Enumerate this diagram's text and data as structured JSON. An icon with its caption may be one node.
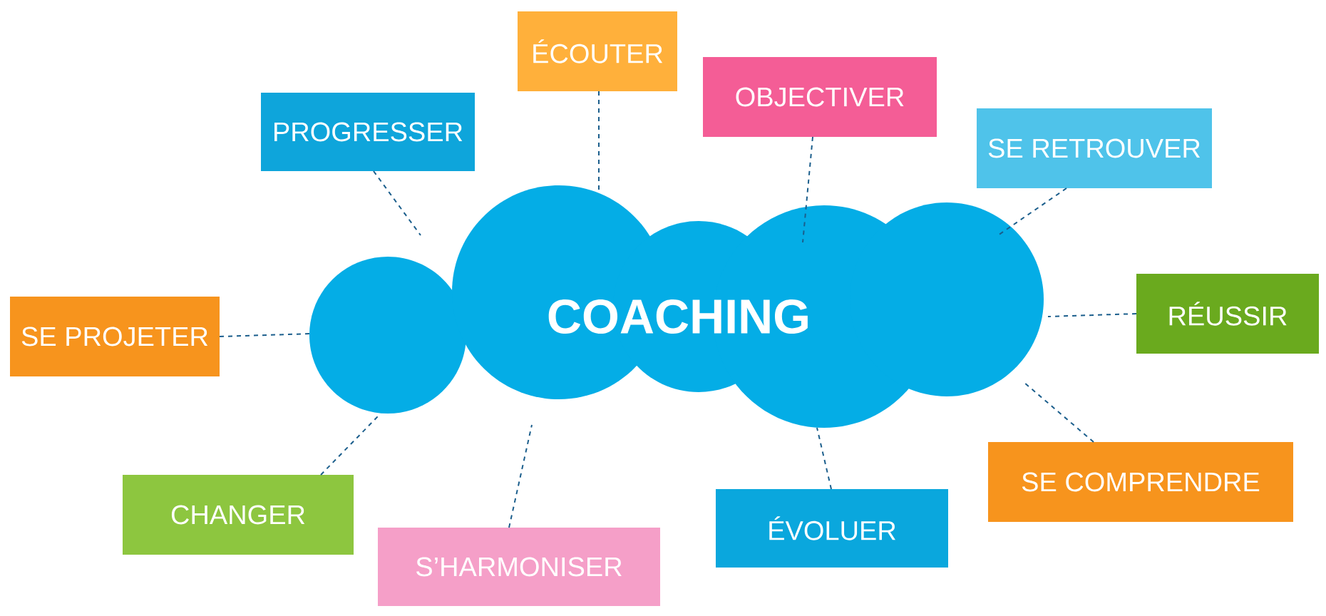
{
  "diagram": {
    "nodes": [
      {
        "text": [
          "COACHING"
        ]
      },
      {
        "text": [
          "ÉCOUTER"
        ]
      },
      {
        "text": [
          "PROGRESSER"
        ]
      },
      {
        "text": [
          "OBJECTIVER"
        ]
      },
      {
        "text": [
          "SE RETROUVER"
        ]
      },
      {
        "text": [
          "SE PROJETER"
        ]
      },
      {
        "text": [
          "RÉUSSIR"
        ]
      },
      {
        "text": [
          "CHANGER"
        ]
      },
      {
        "text": [
          "SE COMPRENDRE"
        ]
      },
      {
        "text": [
          "ÉVOLUER"
        ]
      },
      {
        "text": [
          "S’HARMONISER"
        ]
      }
    ],
    "edges": [
      {
        "from": 1,
        "to": 0,
        "arrow": "none",
        "style": "dashed"
      },
      {
        "from": 2,
        "to": 0,
        "arrow": "none",
        "style": "dashed"
      },
      {
        "from": 3,
        "to": 0,
        "arrow": "none",
        "style": "dashed"
      },
      {
        "from": 4,
        "to": 0,
        "arrow": "none",
        "style": "dashed"
      },
      {
        "from": 5,
        "to": 0,
        "arrow": "none",
        "style": "dashed"
      },
      {
        "from": 6,
        "to": 0,
        "arrow": "none",
        "style": "dashed"
      },
      {
        "from": 7,
        "to": 0,
        "arrow": "none",
        "style": "dashed"
      },
      {
        "from": 8,
        "to": 0,
        "arrow": "none",
        "style": "dashed"
      },
      {
        "from": 9,
        "to": 0,
        "arrow": "none",
        "style": "dashed"
      },
      {
        "from": 10,
        "to": 0,
        "arrow": "none",
        "style": "dashed"
      }
    ]
  }
}
